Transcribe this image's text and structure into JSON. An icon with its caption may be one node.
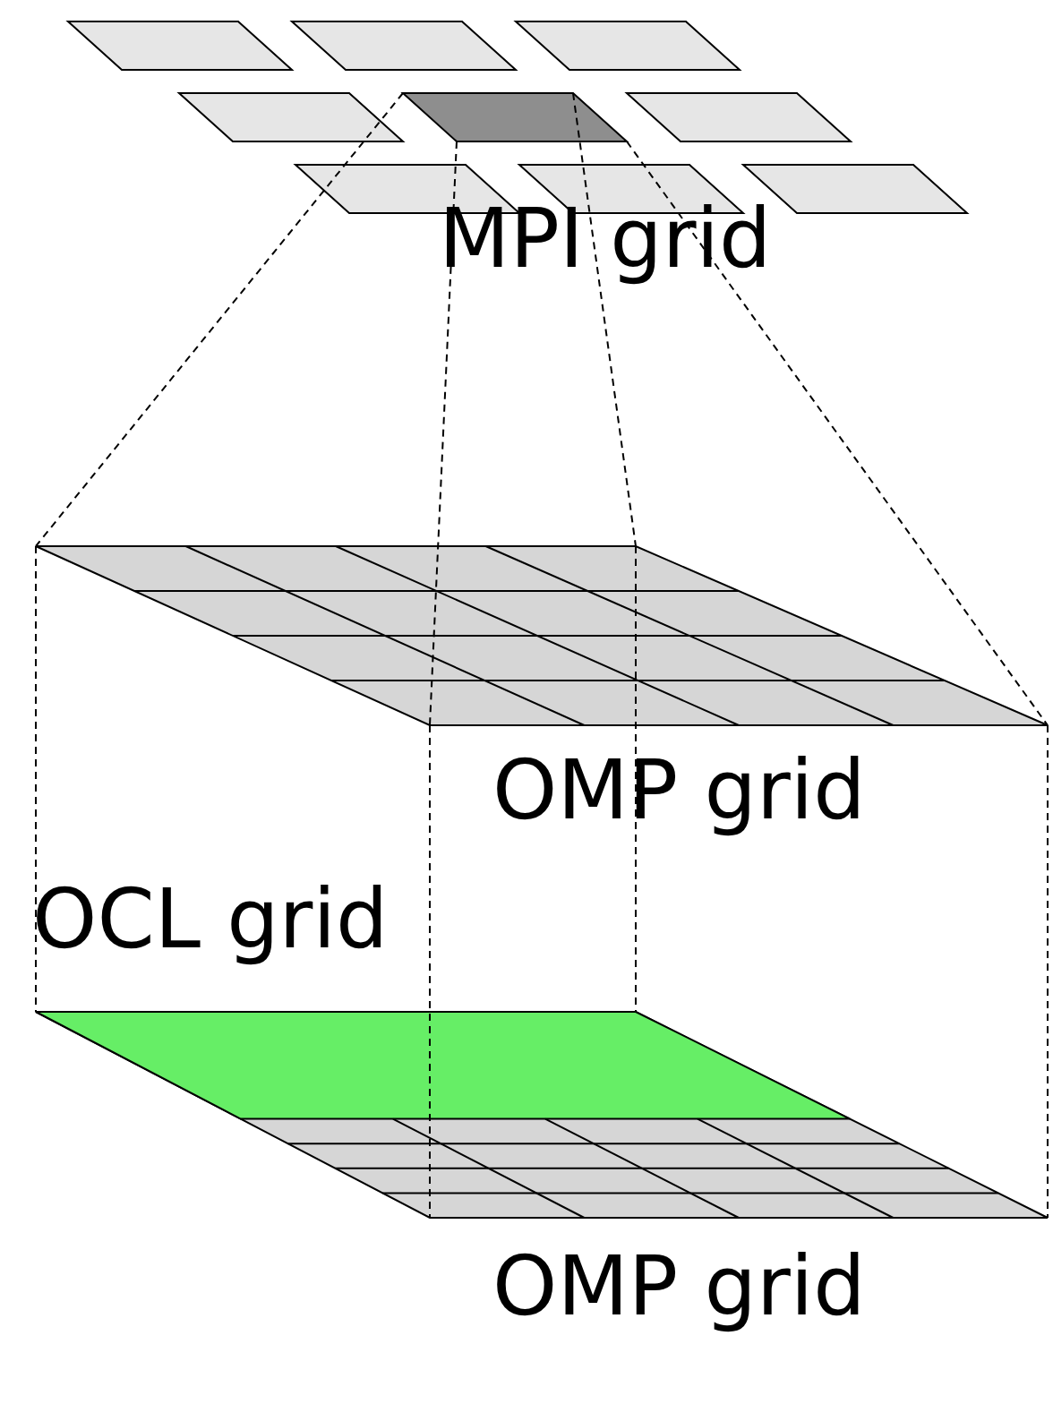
{
  "diagram": {
    "labels": [
      "MPI grid",
      "OMP grid",
      "OCL grid",
      "OMP grid"
    ]
  }
}
